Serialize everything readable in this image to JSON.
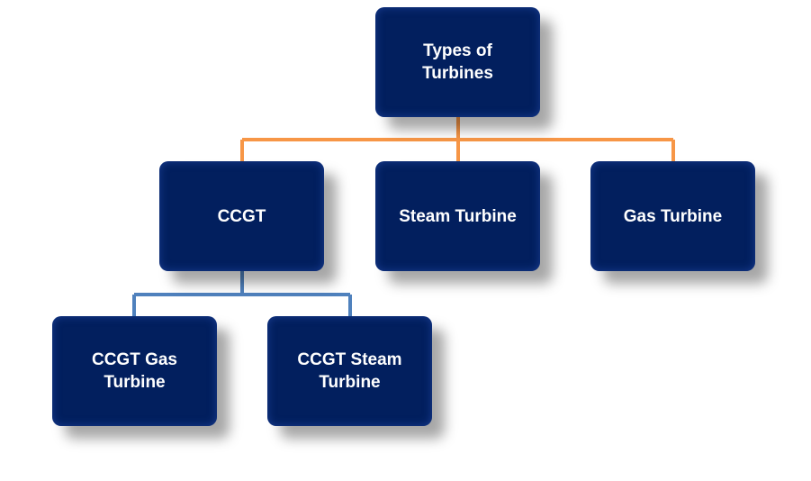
{
  "diagram": {
    "root": {
      "line1": "Types of",
      "line2": "Turbines"
    },
    "level1": [
      {
        "label": "CCGT"
      },
      {
        "label": "Steam Turbine"
      },
      {
        "label": "Gas Turbine"
      }
    ],
    "level2": [
      {
        "line1": "CCGT Gas",
        "line2": "Turbine"
      },
      {
        "line1": "CCGT Steam",
        "line2": "Turbine"
      }
    ],
    "colors": {
      "node_fill": "#021f5e",
      "node_text": "#ffffff",
      "level1_connector": "#f79646",
      "level2_connector": "#4f81bd"
    }
  }
}
